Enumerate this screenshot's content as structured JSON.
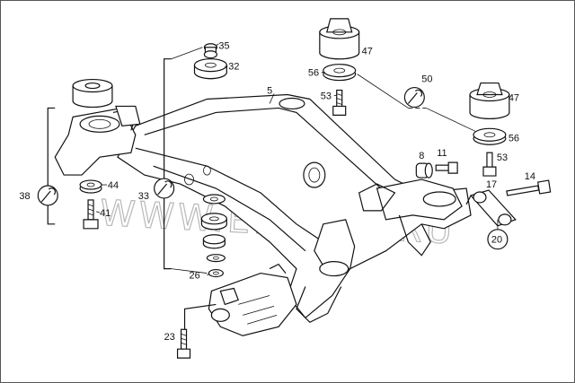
{
  "watermark": "WWW.ELCATS.RU",
  "callouts": {
    "p5": "5",
    "p8": "8",
    "p11": "11",
    "p14": "14",
    "p17": "17",
    "p20": "20",
    "p23": "23",
    "p26": "26",
    "p32": "32",
    "p33": "33",
    "p35": "35",
    "p38": "38",
    "p41": "41",
    "p44": "44",
    "p47a": "47",
    "p47b": "47",
    "p50": "50",
    "p53a": "53",
    "p53b": "53",
    "p56a": "56",
    "p56b": "56"
  }
}
